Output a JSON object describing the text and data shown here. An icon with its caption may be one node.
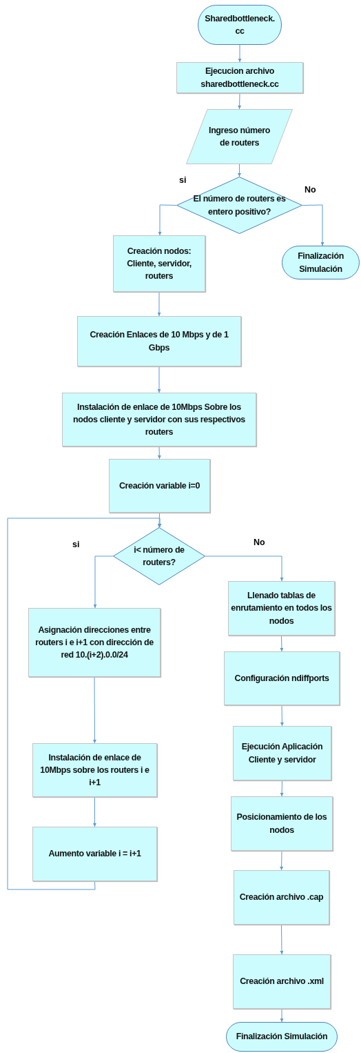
{
  "diagram": {
    "nodes": [
      {
        "text": [
          "Sharedbottleneck. cc"
        ]
      },
      {
        "text": [
          "Ejecucion archivo sharedbottleneck.cc"
        ]
      },
      {
        "text": [
          "Ingreso número de routers"
        ]
      },
      {
        "text": [
          "El número de routers es entero positivo?"
        ]
      },
      {
        "text": [
          "Creación nodos: Cliente, servidor, routers"
        ]
      },
      {
        "text": [
          "Finalización Simulación"
        ]
      },
      {
        "text": [
          "Creación Enlaces de 10 Mbps y de 1 Gbps"
        ]
      },
      {
        "text": [
          "Instalación  de enlace de 10Mbps Sobre los nodos cliente y servidor con sus respectivos routers"
        ]
      },
      {
        "text": [
          "Creación  variable i=0"
        ]
      },
      {
        "text": [
          "i< número de routers?"
        ]
      },
      {
        "text": [
          "Asignación direcciones entre routers i e i+1 con dirección de red 10.(i+2).0.0/24"
        ]
      },
      {
        "text": [
          "Llenado tablas de enrutamiento en todos los nodos"
        ]
      },
      {
        "text": [
          "Configuración ndiffports"
        ]
      },
      {
        "text": [
          "Instalación  de enlace de 10Mbps sobre los  routers i e i+1"
        ]
      },
      {
        "text": [
          "Ejecución Aplicación Cliente y servidor"
        ]
      },
      {
        "text": [
          "Aumento variable i = i+1"
        ]
      },
      {
        "text": [
          "Posicionamiento de los nodos"
        ]
      },
      {
        "text": [
          "Creación archivo .cap"
        ]
      },
      {
        "text": [
          "Creación archivo .xml"
        ]
      },
      {
        "text": [
          "Finalización Simulación"
        ]
      }
    ],
    "edges": [
      {
        "from": 0,
        "to": 1,
        "arrow": "to"
      },
      {
        "from": 1,
        "to": 2,
        "arrow": "to"
      },
      {
        "from": 2,
        "to": 3,
        "arrow": "to"
      },
      {
        "from": 3,
        "to": 4,
        "arrow": "to",
        "label": "si"
      },
      {
        "from": 3,
        "to": 5,
        "arrow": "to",
        "label": "No"
      },
      {
        "from": 4,
        "to": 6,
        "arrow": "to"
      },
      {
        "from": 6,
        "to": 7,
        "arrow": "to"
      },
      {
        "from": 7,
        "to": 8,
        "arrow": "to"
      },
      {
        "from": 8,
        "to": 9,
        "arrow": "to"
      },
      {
        "from": 9,
        "to": 10,
        "arrow": "to",
        "label": "si"
      },
      {
        "from": 9,
        "to": 11,
        "arrow": "to",
        "label": "No"
      },
      {
        "from": 10,
        "to": 13,
        "arrow": "to"
      },
      {
        "from": 13,
        "to": 15,
        "arrow": "to"
      },
      {
        "from": 15,
        "to": 9,
        "arrow": "to"
      },
      {
        "from": 11,
        "to": 12,
        "arrow": "to"
      },
      {
        "from": 12,
        "to": 14,
        "arrow": "to"
      },
      {
        "from": 14,
        "to": 16,
        "arrow": "to"
      },
      {
        "from": 16,
        "to": 17,
        "arrow": "to"
      },
      {
        "from": 17,
        "to": 18,
        "arrow": "to"
      },
      {
        "from": 18,
        "to": 19,
        "arrow": "to"
      }
    ]
  }
}
